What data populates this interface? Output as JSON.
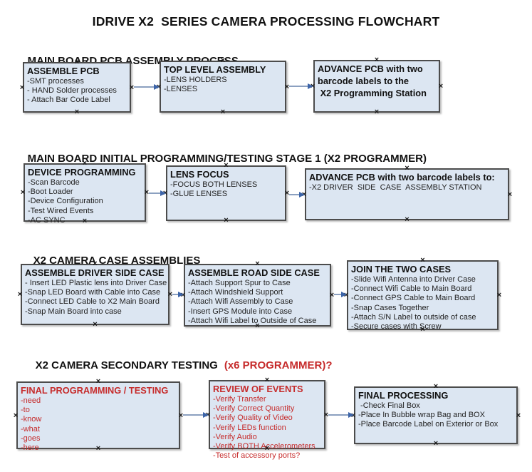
{
  "title": "IDRIVE X2  SERIES CAMERA PROCESSING FLOWCHART",
  "colors": {
    "box_fill": "#dce6f2",
    "box_border": "#4c4c4c",
    "red": "#c62b2b",
    "arrow_line": "#8ba0c0",
    "arrow_head": "#3c64a8"
  },
  "sections": [
    {
      "heading": "MAIN BOARD PCB ASSEMBLY PROCESS",
      "boxes": [
        {
          "title": "ASSEMBLE PCB",
          "red": false,
          "items": [
            "-SMT processes",
            "- HAND Solder processes",
            "- Attach Bar Code Label"
          ]
        },
        {
          "title": "TOP LEVEL ASSEMBLY",
          "red": false,
          "items": [
            "-LENS HOLDERS",
            "-LENSES"
          ]
        },
        {
          "title": "ADVANCE PCB with two barcode labels to the\n X2 Programming Station",
          "red": false,
          "items": []
        }
      ]
    },
    {
      "heading": "MAIN BOARD INITIAL PROGRAMMING/TESTING STAGE 1 (X2 PROGRAMMER)",
      "boxes": [
        {
          "title": "DEVICE PROGRAMMING",
          "red": false,
          "items": [
            "-Scan Barcode",
            "-Boot Loader",
            "-Device Configuration",
            "-Test Wired Events",
            "-AC SYNC"
          ]
        },
        {
          "title": "LENS FOCUS",
          "red": false,
          "items": [
            "-FOCUS BOTH LENSES",
            "-GLUE LENSES"
          ]
        },
        {
          "title": "ADVANCE PCB with two barcode labels to:",
          "red": false,
          "items": [
            "-X2 DRIVER  SIDE  CASE  ASSEMBLY STATION"
          ]
        }
      ]
    },
    {
      "heading": "X2 CAMERA CASE ASSEMBLIES",
      "boxes": [
        {
          "title": "ASSEMBLE DRIVER SIDE CASE",
          "red": false,
          "items": [
            "- Insert LED Plastic lens into Driver Case",
            "-Snap LED Board with Cable into Case",
            "-Connect LED Cable to X2 Main Board",
            "-Snap Main Board into case"
          ]
        },
        {
          "title": "ASSEMBLE ROAD SIDE CASE",
          "red": false,
          "items": [
            "-Attach Support Spur to Case",
            "-Attach Windshield Support",
            "-Attach Wifi Assembly to Case",
            "-Insert GPS Module into Case",
            "-Attach Wifi Label to Outside of Case"
          ]
        },
        {
          "title": "JOIN THE TWO CASES",
          "red": false,
          "items": [
            "-Slide Wifi Antenna into Driver Case",
            "-Connect Wifi Cable to Main Board",
            "-Connect GPS Cable to Main Board",
            "-Snap Cases Together",
            "-Attach S/N Label to outside of case",
            "-Secure cases with Screw"
          ]
        }
      ]
    },
    {
      "heading": "X2 CAMERA SECONDARY TESTING",
      "heading_suffix": "(x6 PROGRAMMER)?",
      "boxes": [
        {
          "title": "FINAL PROGRAMMING / TESTING",
          "red": true,
          "items": [
            "-need",
            "-to",
            "-know",
            "-what",
            "-goes",
            "-here"
          ]
        },
        {
          "title": "REVIEW OF EVENTS",
          "red": true,
          "items": [
            "-Verify Transfer",
            "-Verify Correct Quantity",
            "-Verify Quality of Video",
            "-Verify LEDs function",
            "-Verify Audio",
            "-Verify BOTH Accelerometers",
            "-Test of accessory ports?"
          ]
        },
        {
          "title": "FINAL PROCESSING",
          "red": false,
          "items": [
            " -Check Final Box",
            "-Place In Bubble wrap Bag and BOX",
            "-Place Barcode Label on Exterior or Box"
          ]
        }
      ]
    }
  ]
}
